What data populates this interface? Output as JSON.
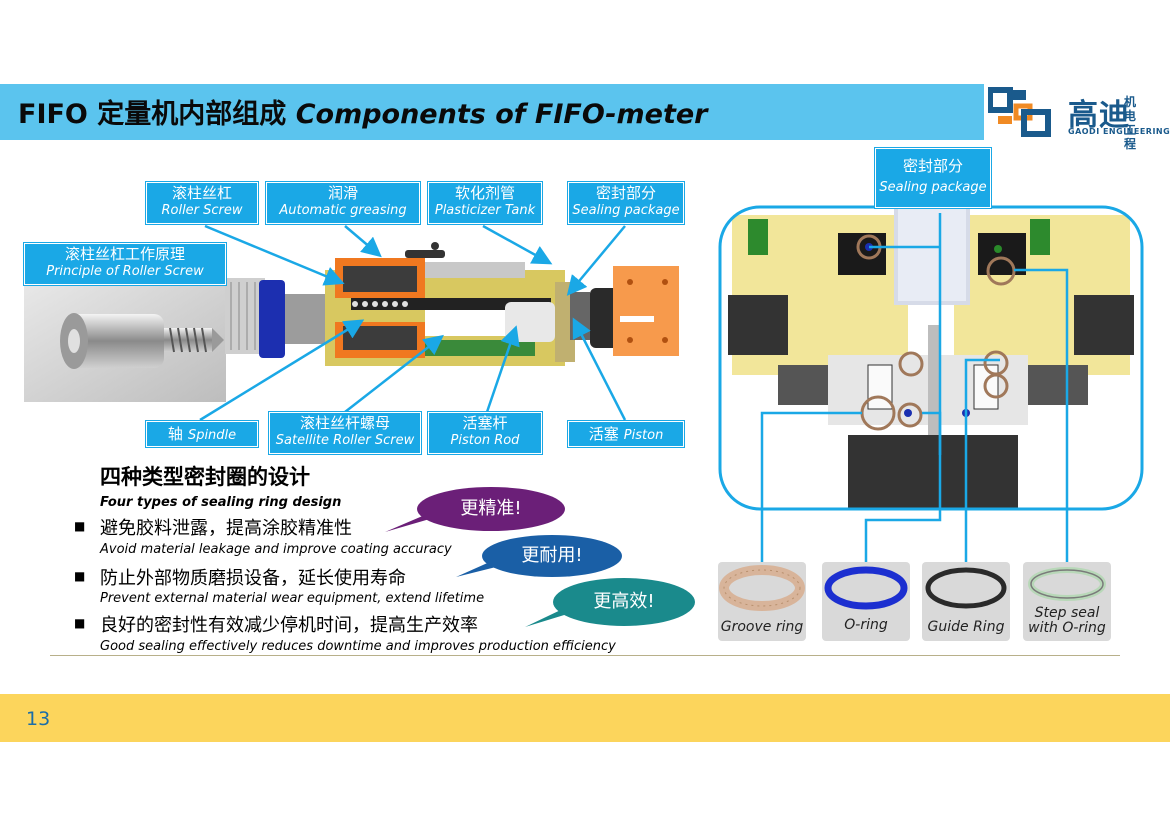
{
  "header": {
    "title_cn": "FIFO 定量机内部组成",
    "title_en": "Components of FIFO-meter"
  },
  "logo": {
    "name_cn": "高迪",
    "name_cn_small": "机电工程",
    "name_en": "GAODI ENGINEERING",
    "colors": {
      "blue": "#1a5a8c",
      "orange": "#f08a24"
    }
  },
  "labels": {
    "roller_screw": {
      "cn": "滚柱丝杠",
      "en": "Roller Screw"
    },
    "greasing": {
      "cn": "润滑",
      "en": "Automatic greasing"
    },
    "plasticizer": {
      "cn": "软化剂管",
      "en": "Plasticizer Tank"
    },
    "sealing_top": {
      "cn": "密封部分",
      "en": "Sealing package"
    },
    "principle": {
      "cn": "滚柱丝杠工作原理",
      "en": "Principle of Roller Screw"
    },
    "spindle": {
      "cn": "轴",
      "en": "Spindle"
    },
    "satellite": {
      "cn": "滚柱丝杆螺母",
      "en": "Satellite Roller Screw"
    },
    "piston_rod": {
      "cn": "活塞杆",
      "en": "Piston Rod"
    },
    "piston": {
      "cn": "活塞",
      "en": "Piston"
    },
    "sealing_right": {
      "cn": "密封部分",
      "en": "Sealing package"
    }
  },
  "seal_design": {
    "title_cn": "四种类型密封圈的设计",
    "title_en": "Four types of sealing ring design",
    "bullets": [
      {
        "cn": "避免胶料泄露，提高涂胶精准性",
        "en": "Avoid material leakage and improve coating accuracy"
      },
      {
        "cn": "防止外部物质磨损设备，延长使用寿命",
        "en": "Prevent external material wear equipment, extend lifetime"
      },
      {
        "cn": "良好的密封性有效减少停机时间，提高生产效率",
        "en": "Good sealing effectively reduces downtime and improves production efficiency"
      }
    ],
    "callouts": [
      {
        "text": "更精准!",
        "color": "#6b1f78"
      },
      {
        "text": "更耐用!",
        "color": "#1a5fa6"
      },
      {
        "text": "更高效!",
        "color": "#1a8a8c"
      }
    ]
  },
  "samples": [
    {
      "label": "Groove ring"
    },
    {
      "label": "O-ring"
    },
    {
      "label": "Guide Ring"
    },
    {
      "label": "Step seal with O-ring"
    }
  ],
  "footer": {
    "page_number": "13",
    "bar_color": "#fcd55c"
  },
  "accent": "#1aa8e6"
}
